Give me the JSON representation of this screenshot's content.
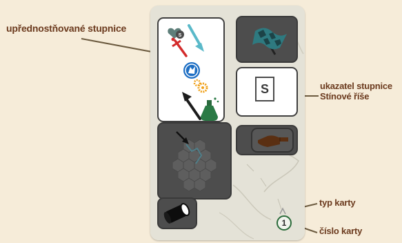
{
  "callouts": {
    "preferred_scales": "upřednostňované stupnice",
    "shadow_indicator_line1": "ukazatel stupnice",
    "shadow_indicator_line2": "Stínové říše",
    "card_type": "typ karty",
    "card_number": "číslo karty"
  },
  "card": {
    "shadow_scale_letter": "S",
    "number": "1",
    "icons": {
      "preferred_scales": [
        "heart-coin-icon",
        "blue-arrow-icon",
        "red-dagger-icon",
        "blue-wolf-head-icon",
        "orange-gears-icon",
        "black-arrow-icon",
        "green-potion-icon"
      ],
      "right_top": "checkered-flag-icon",
      "right_bottom": "open-hand-icon",
      "map": "hex-map-icon",
      "bottom_left": "scroll-tube-icon"
    }
  },
  "colors": {
    "callout_text": "#6b3a1e",
    "leader_line": "#6b5a3f",
    "card_number_ring": "#2b6b3a"
  }
}
